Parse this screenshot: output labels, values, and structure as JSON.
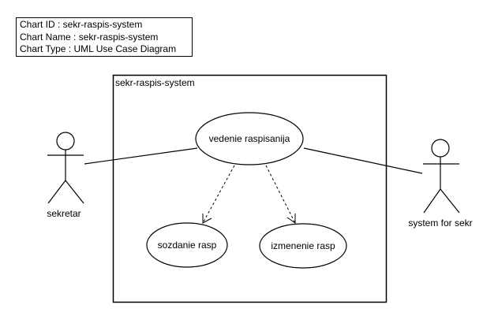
{
  "info": {
    "chart_id": "Chart ID : sekr-raspis-system",
    "chart_name": "Chart Name : sekr-raspis-system",
    "chart_type": "Chart Type : UML Use Case Diagram"
  },
  "system": {
    "name": "sekr-raspis-system"
  },
  "actors": [
    {
      "id": "a1",
      "label": "sekretar"
    },
    {
      "id": "a2",
      "label": "system for sekr"
    }
  ],
  "use_cases": [
    {
      "id": "u1",
      "label": "vedenie raspisanija"
    },
    {
      "id": "u2",
      "label": "sozdanie rasp"
    },
    {
      "id": "u3",
      "label": "izmenenie rasp"
    }
  ],
  "relationships": [
    {
      "from": "a1",
      "to": "u1",
      "type": "association"
    },
    {
      "from": "a2",
      "to": "u1",
      "type": "association"
    },
    {
      "from": "u1",
      "to": "u2",
      "type": "dependency"
    },
    {
      "from": "u1",
      "to": "u3",
      "type": "dependency"
    }
  ]
}
